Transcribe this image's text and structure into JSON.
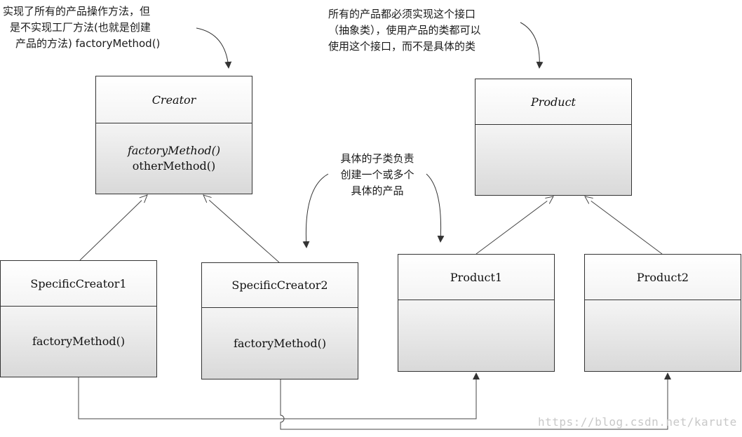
{
  "notes": {
    "creator": [
      "实现了所有的产品操作方法，但",
      "是不实现工厂方法(也就是创建",
      "产品的方法) factoryMethod()"
    ],
    "product": [
      "所有的产品都必须实现这个接口",
      "（抽象类），使用产品的类都可以",
      "使用这个接口，而不是具体的类"
    ],
    "subclass": [
      "具体的子类负责",
      "创建一个或多个",
      "具体的产品"
    ]
  },
  "classes": {
    "creator": {
      "name": "Creator",
      "methods": [
        "factoryMethod()",
        "otherMethod()"
      ]
    },
    "product": {
      "name": "Product"
    },
    "specific_creator1": {
      "name": "SpecificCreator1",
      "methods": [
        "factoryMethod()"
      ]
    },
    "specific_creator2": {
      "name": "SpecificCreator2",
      "methods": [
        "factoryMethod()"
      ]
    },
    "product1": {
      "name": "Product1"
    },
    "product2": {
      "name": "Product2"
    }
  },
  "watermark": "https://blog.csdn.net/karute"
}
